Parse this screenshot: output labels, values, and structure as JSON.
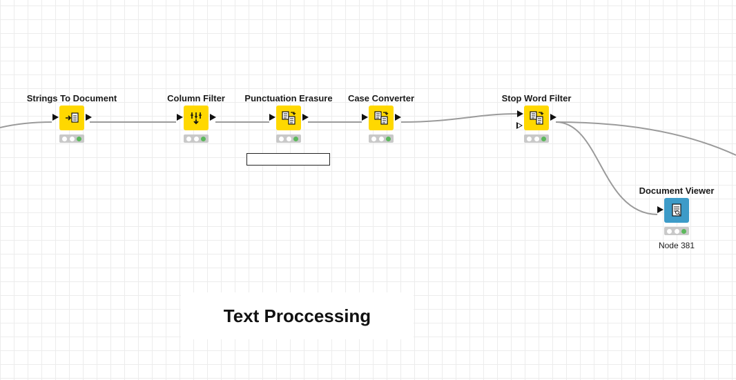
{
  "workflow": {
    "nodes": [
      {
        "title": "Strings To Document",
        "icon": "strings-to-document-icon",
        "color": "#ffd800",
        "status": [
          "idle",
          "idle",
          "executed"
        ]
      },
      {
        "title": "Column Filter",
        "icon": "column-filter-icon",
        "color": "#ffd800",
        "status": [
          "idle",
          "idle",
          "executed"
        ]
      },
      {
        "title": "Punctuation Erasure",
        "icon": "text-processing-icon",
        "color": "#ffd800",
        "status": [
          "idle",
          "idle",
          "executed"
        ]
      },
      {
        "title": "Case Converter",
        "icon": "text-processing-icon",
        "color": "#ffd800",
        "status": [
          "idle",
          "idle",
          "executed"
        ]
      },
      {
        "title": "Stop Word Filter",
        "icon": "text-processing-icon",
        "color": "#ffd800",
        "status": [
          "idle",
          "idle",
          "executed"
        ]
      },
      {
        "title": "Document Viewer",
        "icon": "document-viewer-icon",
        "color": "#3d9bc8",
        "label": "Node 381",
        "status": [
          "idle",
          "idle",
          "executed"
        ]
      }
    ],
    "annotation": {
      "text": "Text Proccessing"
    },
    "colors": {
      "manipulator_node": "#ffd800",
      "view_node": "#3d9bc8",
      "executed_status": "#5cb85c",
      "connection": "#9a9a9a"
    }
  }
}
